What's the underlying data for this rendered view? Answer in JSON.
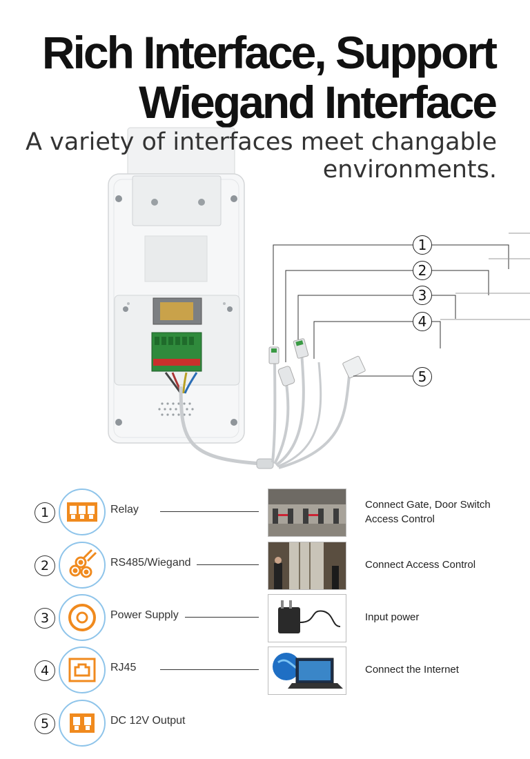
{
  "header": {
    "title_line1": "Rich Interface, Support",
    "title_line2": "Wiegand Interface",
    "subtitle_line1": "A variety of interfaces meet changable",
    "subtitle_line2": "environments."
  },
  "callouts": [
    "1",
    "2",
    "3",
    "4",
    "5"
  ],
  "interfaces": [
    {
      "num": "1",
      "icon": "relay-icon",
      "label": "Relay",
      "desc_line1": "Connect Gate, Door Switch",
      "desc_line2": "Access Control",
      "photo": "turnstile-gates-photo"
    },
    {
      "num": "2",
      "icon": "rs485-wiegand-icon",
      "label": "RS485/Wiegand",
      "desc_line1": "Connect Access Control",
      "desc_line2": "",
      "photo": "office-entrance-photo"
    },
    {
      "num": "3",
      "icon": "power-supply-icon",
      "label": "Power Supply",
      "desc_line1": "Input power",
      "desc_line2": "",
      "photo": "power-adapter-photo"
    },
    {
      "num": "4",
      "icon": "rj45-icon",
      "label": "RJ45",
      "desc_line1": "Connect the Internet",
      "desc_line2": "",
      "photo": "laptop-globe-photo"
    },
    {
      "num": "5",
      "icon": "dc-output-icon",
      "label": "DC 12V Output",
      "desc_line1": "",
      "desc_line2": "",
      "photo": ""
    }
  ],
  "colors": {
    "accent": "#f08a1e",
    "ring": "#8ec4ea",
    "text": "#222222"
  }
}
